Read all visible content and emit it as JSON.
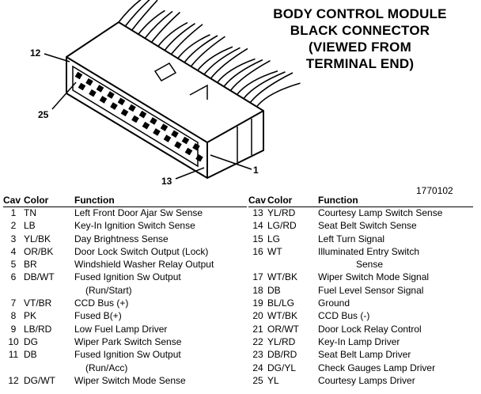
{
  "title_lines": [
    "BODY CONTROL MODULE",
    "BLACK CONNECTOR",
    "(VIEWED FROM",
    "TERMINAL END)"
  ],
  "callouts": {
    "cav12": "12",
    "cav25": "25",
    "cav13": "13",
    "cav1": "1"
  },
  "figure_id": "1770102",
  "table": {
    "headers": {
      "cav": "Cav",
      "color": "Color",
      "function": "Function"
    },
    "left_rows": [
      {
        "cav": "1",
        "color": "TN",
        "function": "Left Front Door Ajar Sw Sense"
      },
      {
        "cav": "2",
        "color": "LB",
        "function": "Key-In Ignition Switch Sense"
      },
      {
        "cav": "3",
        "color": "YL/BK",
        "function": "Day Brightness Sense"
      },
      {
        "cav": "4",
        "color": "OR/BK",
        "function": "Door Lock Switch Output (Lock)"
      },
      {
        "cav": "5",
        "color": "BR",
        "function": "Windshield Washer Relay Output"
      },
      {
        "cav": "6",
        "color": "DB/WT",
        "function": "Fused Ignition Sw Output"
      },
      {
        "cav": "",
        "color": "",
        "function": "(Run/Start)"
      },
      {
        "cav": "7",
        "color": "VT/BR",
        "function": "CCD Bus (+)"
      },
      {
        "cav": "8",
        "color": "PK",
        "function": "Fused B(+)"
      },
      {
        "cav": "9",
        "color": "LB/RD",
        "function": "Low Fuel Lamp Driver"
      },
      {
        "cav": "10",
        "color": "DG",
        "function": "Wiper Park Switch Sense"
      },
      {
        "cav": "11",
        "color": "DB",
        "function": "Fused Ignition Sw Output"
      },
      {
        "cav": "",
        "color": "",
        "function": "(Run/Acc)"
      },
      {
        "cav": "12",
        "color": "DG/WT",
        "function": "Wiper Switch Mode Sense"
      }
    ],
    "right_rows": [
      {
        "cav": "13",
        "color": "YL/RD",
        "function": "Courtesy Lamp Switch Sense"
      },
      {
        "cav": "14",
        "color": "LG/RD",
        "function": "Seat Belt Switch Sense"
      },
      {
        "cav": "15",
        "color": "LG",
        "function": "Left Turn Signal"
      },
      {
        "cav": "16",
        "color": "WT",
        "function": "Illuminated Entry Switch"
      },
      {
        "cav": "",
        "color": "",
        "function": "Sense"
      },
      {
        "cav": "17",
        "color": "WT/BK",
        "function": "Wiper Switch Mode Signal"
      },
      {
        "cav": "18",
        "color": "DB",
        "function": "Fuel Level Sensor Signal"
      },
      {
        "cav": "19",
        "color": "BL/LG",
        "function": "Ground"
      },
      {
        "cav": "20",
        "color": "WT/BK",
        "function": "CCD Bus (-)"
      },
      {
        "cav": "21",
        "color": "OR/WT",
        "function": "Door Lock Relay Control"
      },
      {
        "cav": "22",
        "color": "YL/RD",
        "function": "Key-In Lamp Driver"
      },
      {
        "cav": "23",
        "color": "DB/RD",
        "function": "Seat Belt Lamp Driver"
      },
      {
        "cav": "24",
        "color": "DG/YL",
        "function": "Check Gauges Lamp Driver"
      },
      {
        "cav": "25",
        "color": "YL",
        "function": "Courtesy Lamps Driver"
      }
    ]
  }
}
